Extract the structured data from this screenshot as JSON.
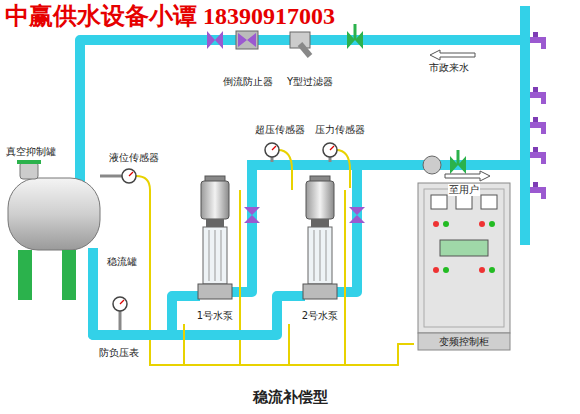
{
  "diagram": {
    "caption": "稳流补偿型",
    "nodes": [
      {
        "text": [
          "真空抑制罐"
        ]
      },
      {
        "text": [
          "1号水泵"
        ]
      },
      {
        "text": [
          "2号水泵"
        ]
      },
      {
        "text": [
          "变频控制柜"
        ]
      }
    ],
    "edges": [
      {
        "from": 0,
        "to": 1,
        "arrow": "none"
      },
      {
        "from": 0,
        "to": 2,
        "arrow": "none"
      },
      {
        "from": 3,
        "to": 1,
        "arrow": "none"
      },
      {
        "from": 3,
        "to": 2,
        "arrow": "none"
      }
    ],
    "labels": [
      "中赢供水设备小谭 18390917003",
      "倒流防止器",
      "Y型过滤器",
      "市政来水",
      "液位传感器",
      "超压传感器",
      "压力传感器",
      "至用户",
      "稳流罐",
      "防负压表"
    ]
  }
}
